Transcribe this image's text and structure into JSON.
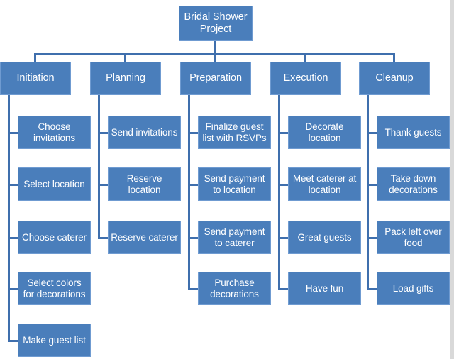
{
  "diagram": {
    "type": "work-breakdown-structure",
    "title": "Bridal Shower Project",
    "colors": {
      "box_fill": "#4a7ebb",
      "box_border": "#6f9bd1",
      "connector": "#3f6fad",
      "text": "#ffffff",
      "background": "#ffffff",
      "page_edge": "#d9d9d9"
    },
    "root": {
      "label": "Bridal Shower Project"
    },
    "phases": [
      {
        "label": "Initiation",
        "tasks": [
          {
            "label": "Choose invitations"
          },
          {
            "label": "Select location"
          },
          {
            "label": "Choose caterer"
          },
          {
            "label": "Select colors for decorations"
          },
          {
            "label": "Make guest list"
          }
        ]
      },
      {
        "label": "Planning",
        "tasks": [
          {
            "label": "Send invitations"
          },
          {
            "label": "Reserve location"
          },
          {
            "label": "Reserve caterer"
          }
        ]
      },
      {
        "label": "Preparation",
        "tasks": [
          {
            "label": "Finalize guest list with RSVPs"
          },
          {
            "label": "Send payment to location"
          },
          {
            "label": "Send payment to caterer"
          },
          {
            "label": "Purchase decorations"
          }
        ]
      },
      {
        "label": "Execution",
        "tasks": [
          {
            "label": "Decorate location"
          },
          {
            "label": "Meet caterer at location"
          },
          {
            "label": "Great guests"
          },
          {
            "label": "Have fun"
          }
        ]
      },
      {
        "label": "Cleanup",
        "tasks": [
          {
            "label": "Thank guests"
          },
          {
            "label": "Take down decorations"
          },
          {
            "label": "Pack left over food"
          },
          {
            "label": "Load gifts"
          }
        ]
      }
    ]
  }
}
